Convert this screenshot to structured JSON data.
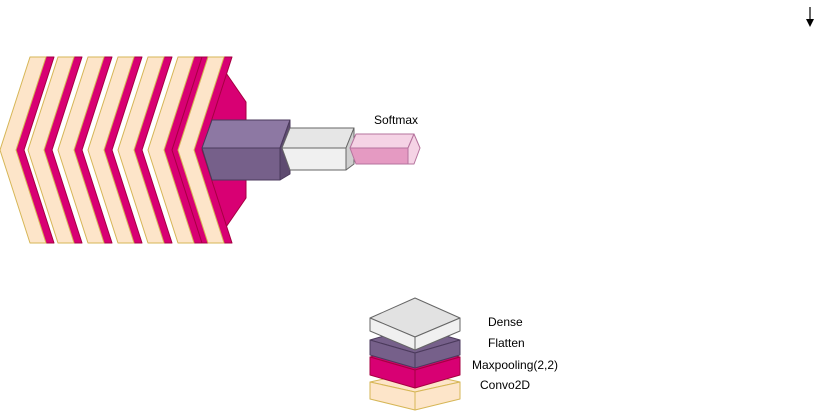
{
  "colors": {
    "convo_face": "#fde5c9",
    "convo_edge": "#d6b656",
    "maxpool_face": "#d80073",
    "maxpool_edge": "#a50040",
    "flatten_face": "#76608a",
    "flatten_dark": "#5e4b70",
    "flatten_top": "#8d78a3",
    "dense_face": "#f0f0f0",
    "dense_dark": "#cfcfcf",
    "dense_edge": "#666666",
    "softmax_face": "#e59ac2",
    "softmax_light": "#f5d3e5",
    "softmax_edge": "#b5739d"
  },
  "icons": {
    "arrow": "arrow-down-icon"
  },
  "softmax_label": "Softmax",
  "legend": [
    {
      "label": "Dense",
      "layer": "dense"
    },
    {
      "label": "Flatten",
      "layer": "flatten"
    },
    {
      "label": "Maxpooling(2,2)",
      "layer": "maxpool"
    },
    {
      "label": "Convo2D",
      "layer": "convo"
    }
  ]
}
